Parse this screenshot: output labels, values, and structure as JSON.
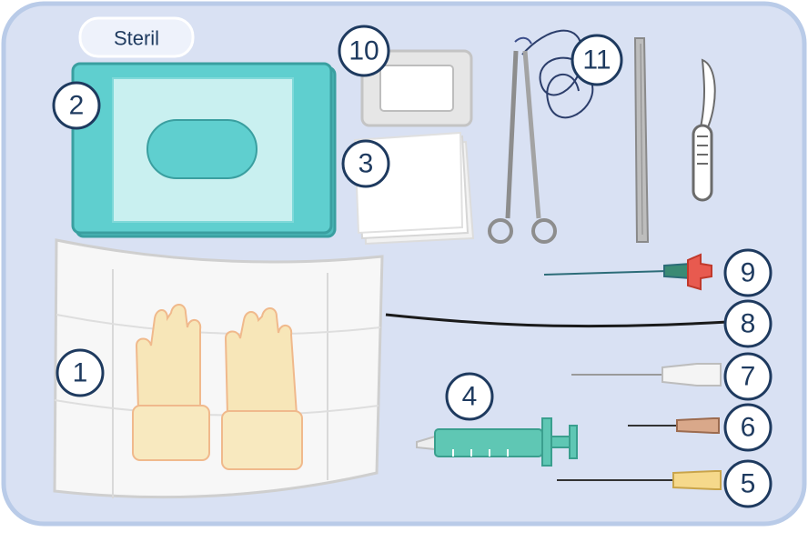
{
  "tray": {
    "sterile_label": "Steril",
    "background_color": "#d9e1f3",
    "border_color": "#b9cbe8"
  },
  "items": [
    {
      "number": "1",
      "icon": "sterile-gloves-on-drape-icon"
    },
    {
      "number": "2",
      "icon": "sterile-package-icon"
    },
    {
      "number": "3",
      "icon": "gauze-swabs-icon"
    },
    {
      "number": "4",
      "icon": "syringe-icon"
    },
    {
      "number": "5",
      "icon": "yellow-needle-icon"
    },
    {
      "number": "6",
      "icon": "brown-needle-icon"
    },
    {
      "number": "7",
      "icon": "clear-needle-icon"
    },
    {
      "number": "8",
      "icon": "catheter-line-icon"
    },
    {
      "number": "9",
      "icon": "cannula-icon"
    },
    {
      "number": "10",
      "icon": "adhesive-dressing-icon"
    },
    {
      "number": "11",
      "icon": "suture-scissors-forceps-icon"
    }
  ],
  "colors": {
    "label_text": "#1e3a5f",
    "package_teal": "#5fcfcf",
    "syringe_teal": "#5fc7b4",
    "cannula_red": "#e85a4f",
    "glove": "#f7e6b8"
  }
}
